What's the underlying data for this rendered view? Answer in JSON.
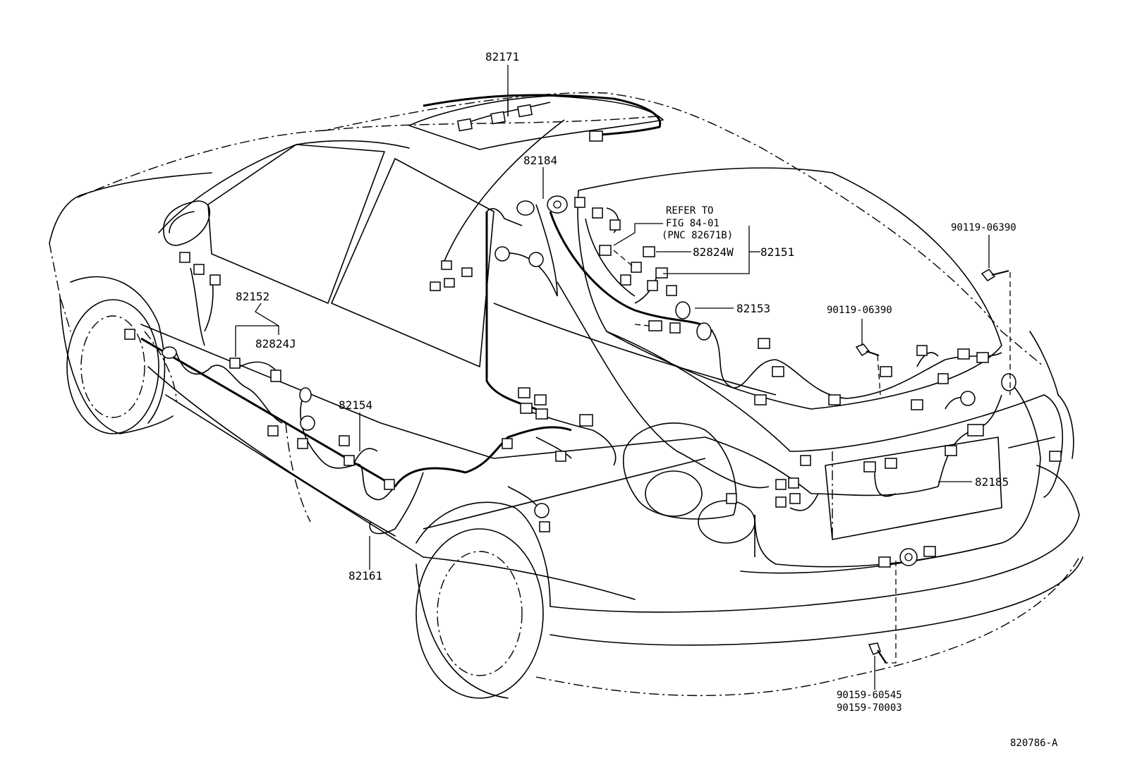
{
  "diagram": {
    "labels": {
      "p82171": "82171",
      "p82184": "82184",
      "refer_line1": "REFER TO",
      "refer_line2": "FIG 84-01",
      "refer_line3": "(PNC 82671B)",
      "p82824W": "82824W",
      "p82151": "82151",
      "p82153": "82153",
      "p90119_a": "90119-06390",
      "p90119_b": "90119-06390",
      "p82152": "82152",
      "p82824J": "82824J",
      "p82154": "82154",
      "p82161": "82161",
      "p82185": "82185",
      "p90159_a": "90159-60545",
      "p90159_b": "90159-70003",
      "figure_id": "820786-A"
    }
  }
}
